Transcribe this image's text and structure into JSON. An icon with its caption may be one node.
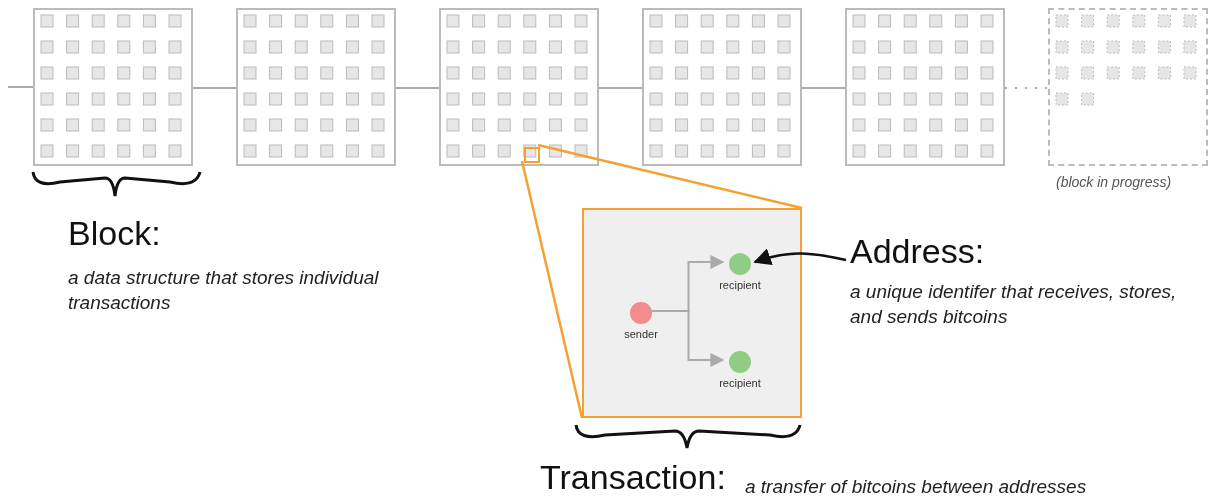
{
  "diagram": {
    "nodes": [
      {
        "text": [],
        "shape": "box"
      },
      {
        "text": [],
        "shape": "box"
      },
      {
        "text": [],
        "shape": "box"
      },
      {
        "text": [],
        "shape": "box"
      },
      {
        "text": [],
        "shape": "box"
      },
      {
        "text": [],
        "shape": "box",
        "beside": [
          "(block in progress)"
        ]
      },
      {
        "text": [],
        "shape": "box"
      },
      {
        "text": [],
        "shape": "circle",
        "in": 6,
        "beside": [
          "sender"
        ]
      },
      {
        "text": [],
        "shape": "circle",
        "in": 6,
        "beside": [
          "recipient"
        ]
      },
      {
        "text": [],
        "shape": "circle",
        "in": 6,
        "beside": [
          "recipient"
        ]
      },
      {
        "text": [
          "Address:",
          "a unique identifer that receives, stores, and sends bitcoins"
        ]
      },
      {
        "text": [],
        "shape": "box",
        "in": 2
      }
    ],
    "edges": [
      {
        "from": null,
        "to": 0,
        "arrow": "none"
      },
      {
        "from": 0,
        "to": 1,
        "arrow": "none"
      },
      {
        "from": 1,
        "to": 2,
        "arrow": "none"
      },
      {
        "from": 2,
        "to": 3,
        "arrow": "none"
      },
      {
        "from": 3,
        "to": 4,
        "arrow": "none"
      },
      {
        "from": 4,
        "to": 5,
        "arrow": "none",
        "style": "dashed"
      },
      {
        "from": 7,
        "to": 8,
        "arrow": "to"
      },
      {
        "from": 7,
        "to": 9,
        "arrow": "to"
      },
      {
        "from": 10,
        "to": 8,
        "arrow": "to",
        "color": "#111111"
      },
      {
        "from": 11,
        "to": 6,
        "arrow": "none",
        "color": "#f5a030"
      },
      {
        "from": 11,
        "to": 6,
        "arrow": "none",
        "color": "#f5a030"
      }
    ],
    "labels": [
      "Block:",
      "a data structure that stores individual transactions",
      "Transaction:",
      "a transfer of bitcoins between addresses"
    ]
  }
}
